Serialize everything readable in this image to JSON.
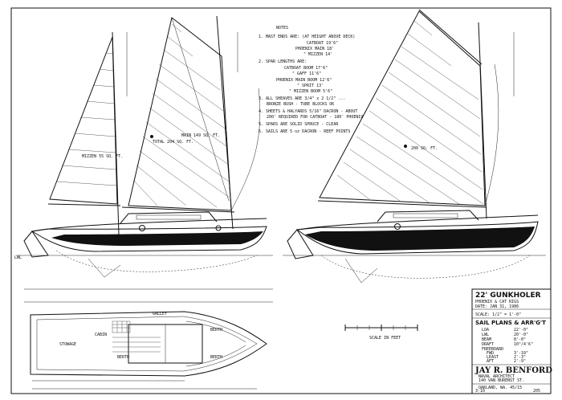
{
  "notes": {
    "heading": "NOTES",
    "items": [
      "1. MAST ENDS ARE: (AT HEIGHT ABOVE DECK)",
      "CATBOAT 19'6\"",
      "PHOENIX MAIN 18'",
      "\" MIZZEN 14'",
      "2. SPAR LENGTHS ARE:",
      "CATBOAT BOOM 17'6\"",
      "\" GAFF 11'6\"",
      "PHOENIX MAIN BOOM 12'6\"",
      "\" SPRIT 13'",
      "\" MIZZEN BOOM 5'6\"",
      "3. ALL SHEAVES ARE 3/4\" x 2 1/2\" ...",
      "BRONZE BUSH - TUBE BLOCKS OK",
      "4. SHEETS & HALYARDS 5/16\" DACRON - ABOUT",
      "200' REQUIRED FOR CATBOAT - 180' PHOENIX",
      "5. SPARS ARE SOLID SPRUCE - CLEAR",
      "6. SAILS ARE 5 oz DACRON - REEF POINTS"
    ]
  },
  "sail_labels": {
    "mizzen": "MIZZEN 55 SQ. FT.",
    "main": "MAIN 149 SQ. FT.",
    "total": "TOTAL 204 SQ. FT.",
    "cat": "200 SQ. FT."
  },
  "plan_labels": {
    "stowage": "STOWAGE",
    "cabin": "CABIN",
    "berth": "BERTH",
    "galley": "GALLEY",
    "scale": "SCALE IN FEET",
    "lwl": "LWL"
  },
  "title_block": {
    "title": "22' GUNKHOLER",
    "subtitle": "PHOENIX & CAT RIGS",
    "date": "DATE: JAN 31, 1986",
    "scale": "SCALE: 1/2\" = 1'-0\"",
    "heading": "SAIL PLANS & ARR'G'T",
    "specs": [
      [
        "LOA",
        "22'-0\""
      ],
      [
        "LWL",
        "20'-0\""
      ],
      [
        "BEAM",
        "8'-0\""
      ],
      [
        "DRAFT",
        "10\"/4'6\""
      ],
      [
        "FREEBOARD",
        ""
      ],
      [
        "FWD",
        "3'-10\""
      ],
      [
        "LEAST",
        "2'-3\""
      ],
      [
        "AFT",
        "2'-9\""
      ]
    ],
    "designer": "JAY R. BENFORD",
    "designer_sub": "NAVAL ARCHITECT",
    "address": "140 VAN BURENST ST.",
    "city": "OAKLAND, WA. 45/15",
    "sheet": "3-10",
    "mark": "205"
  }
}
